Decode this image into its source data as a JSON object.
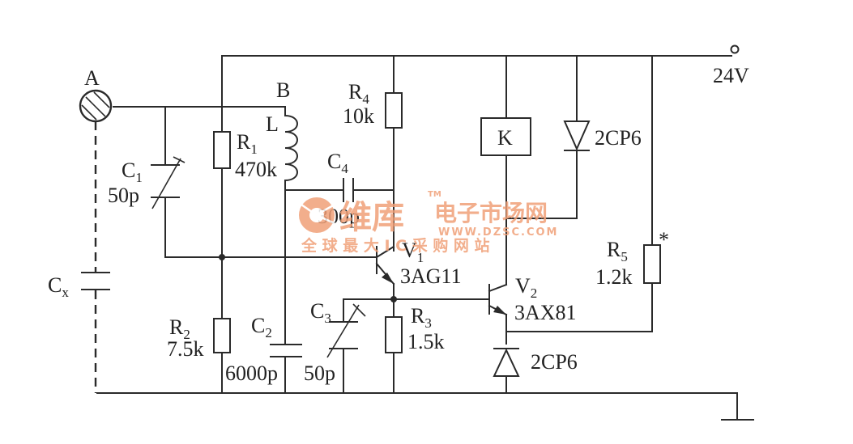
{
  "supply": {
    "label": "24V"
  },
  "node_a": {
    "label": "A"
  },
  "coil": {
    "b_label": "B",
    "l_label": "L"
  },
  "r1": {
    "name": "R",
    "sub": "1",
    "value": "470k"
  },
  "r2": {
    "name": "R",
    "sub": "2",
    "value": "7.5k"
  },
  "r3": {
    "name": "R",
    "sub": "3",
    "value": "1.5k"
  },
  "r4": {
    "name": "R",
    "sub": "4",
    "value": "10k"
  },
  "r5": {
    "name": "R",
    "sub": "5",
    "value": "1.2k",
    "mark": "*"
  },
  "c1": {
    "name": "C",
    "sub": "1",
    "value": "50p"
  },
  "c2": {
    "name": "C",
    "sub": "2",
    "value": "6000p"
  },
  "c3": {
    "name": "C",
    "sub": "3",
    "value": "50p"
  },
  "c4": {
    "name": "C",
    "sub": "4",
    "value": "300p"
  },
  "cx": {
    "name": "C",
    "sub": "x"
  },
  "v1": {
    "name": "V",
    "sub": "1",
    "type": "3AG11"
  },
  "v2": {
    "name": "V",
    "sub": "2",
    "type": "3AX81"
  },
  "relay": {
    "label": "K"
  },
  "diode_top": {
    "label": "2CP6"
  },
  "diode_bottom": {
    "label": "2CP6"
  },
  "watermark": {
    "brand": "维库",
    "tm": "TM",
    "site": "电子市场网",
    "url": "WWW.DZSC.COM",
    "slogan": "全 球 最 大 I C 采 购 网 站",
    "color": "#f0a078"
  }
}
